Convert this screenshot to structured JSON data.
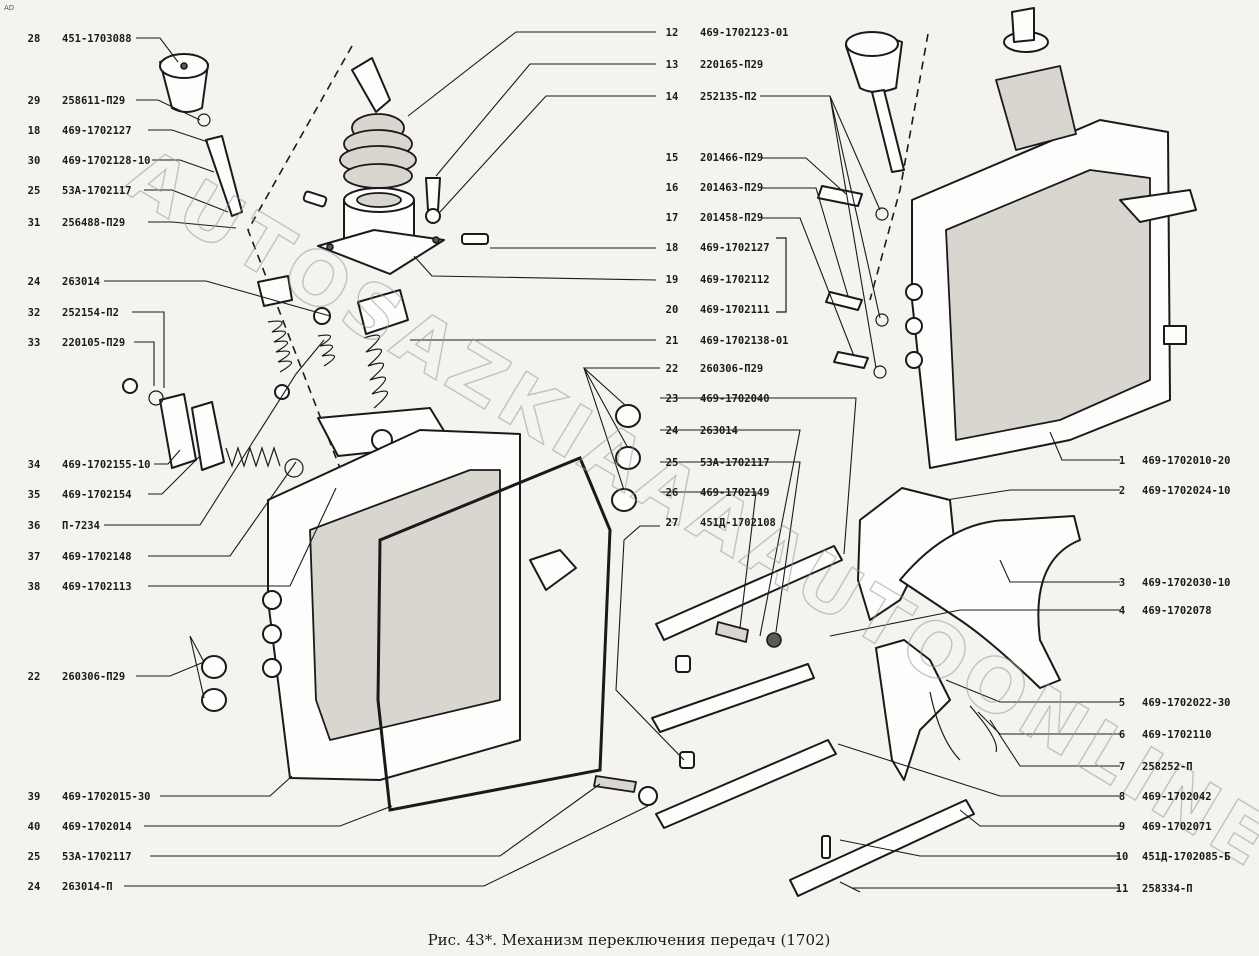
{
  "corner_mark": "AD",
  "caption": "Рис. 43*. Механизм переключения передач (1702)",
  "watermark": "AUTOSAZKIAAAAUTOONLINE",
  "labels_left": [
    {
      "num": "28",
      "code": "451-1703088"
    },
    {
      "num": "29",
      "code": "258611-П29"
    },
    {
      "num": "18",
      "code": "469-1702127"
    },
    {
      "num": "30",
      "code": "469-1702128-10"
    },
    {
      "num": "25",
      "code": "53А-1702117"
    },
    {
      "num": "31",
      "code": "256488-П29"
    },
    {
      "num": "24",
      "code": "263014"
    },
    {
      "num": "32",
      "code": "252154-П2"
    },
    {
      "num": "33",
      "code": "220105-П29"
    },
    {
      "num": "34",
      "code": "469-1702155-10"
    },
    {
      "num": "35",
      "code": "469-1702154"
    },
    {
      "num": "36",
      "code": "П-7234"
    },
    {
      "num": "37",
      "code": "469-1702148"
    },
    {
      "num": "38",
      "code": "469-1702113"
    },
    {
      "num": "22",
      "code": "260306-П29"
    },
    {
      "num": "39",
      "code": "469-1702015-30"
    },
    {
      "num": "40",
      "code": "469-1702014"
    },
    {
      "num": "25",
      "code": "53А-1702117"
    },
    {
      "num": "24",
      "code": "263014-П"
    }
  ],
  "labels_middle": [
    {
      "num": "12",
      "code": "469-1702123-01"
    },
    {
      "num": "13",
      "code": "220165-П29"
    },
    {
      "num": "14",
      "code": "252135-П2"
    },
    {
      "num": "15",
      "code": "201466-П29"
    },
    {
      "num": "16",
      "code": "201463-П29"
    },
    {
      "num": "17",
      "code": "201458-П29"
    },
    {
      "num": "18",
      "code": "469-1702127"
    },
    {
      "num": "19",
      "code": "469-1702112"
    },
    {
      "num": "20",
      "code": "469-1702111"
    },
    {
      "num": "21",
      "code": "469-1702138-01"
    },
    {
      "num": "22",
      "code": "260306-П29"
    },
    {
      "num": "23",
      "code": "469-1702040"
    },
    {
      "num": "24",
      "code": "263014"
    },
    {
      "num": "25",
      "code": "53А-1702117"
    },
    {
      "num": "26",
      "code": "469-1702149"
    },
    {
      "num": "27",
      "code": "451Д-1702108"
    }
  ],
  "labels_right": [
    {
      "num": "1",
      "code": "469-1702010-20"
    },
    {
      "num": "2",
      "code": "469-1702024-10"
    },
    {
      "num": "3",
      "code": "469-1702030-10"
    },
    {
      "num": "4",
      "code": "469-1702078"
    },
    {
      "num": "5",
      "code": "469-1702022-30"
    },
    {
      "num": "6",
      "code": "469-1702110"
    },
    {
      "num": "7",
      "code": "258252-П"
    },
    {
      "num": "8",
      "code": "469-1702042"
    },
    {
      "num": "9",
      "code": "469-1702071"
    },
    {
      "num": "10",
      "code": "451Д-1702085-Б"
    },
    {
      "num": "11",
      "code": "258334-П"
    }
  ]
}
